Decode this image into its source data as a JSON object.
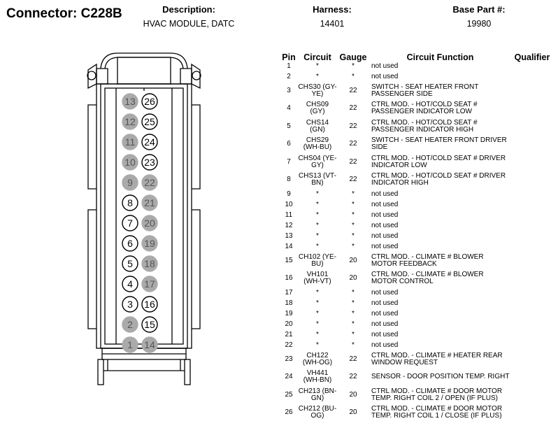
{
  "header": {
    "connector_label": "Connector:",
    "connector_id": "C228B",
    "description_label": "Description:",
    "description_value": "HVAC MODULE, DATC",
    "harness_label": "Harness:",
    "harness_value": "14401",
    "base_part_label": "Base Part #:",
    "base_part_value": "19980"
  },
  "table": {
    "columns": [
      "Pin",
      "Circuit",
      "Gauge",
      "Circuit Function",
      "Qualifier"
    ],
    "rows": [
      {
        "pin": "1",
        "circuit": "*",
        "gauge": "*",
        "function": "not used"
      },
      {
        "pin": "2",
        "circuit": "*",
        "gauge": "*",
        "function": "not used"
      },
      {
        "pin": "3",
        "circuit": "CHS30 (GY-YE)",
        "gauge": "22",
        "function": "SWITCH - SEAT HEATER FRONT PASSENGER SIDE"
      },
      {
        "pin": "4",
        "circuit": "CHS09 (GY)",
        "gauge": "22",
        "function": "CTRL MOD. - HOT/COLD SEAT # PASSENGER INDICATOR LOW"
      },
      {
        "pin": "5",
        "circuit": "CHS14 (GN)",
        "gauge": "22",
        "function": "CTRL MOD. - HOT/COLD SEAT # PASSENGER INDICATOR HIGH"
      },
      {
        "pin": "6",
        "circuit": "CHS29 (WH-BU)",
        "gauge": "22",
        "function": "SWITCH - SEAT HEATER FRONT DRIVER SIDE"
      },
      {
        "pin": "7",
        "circuit": "CHS04 (YE-GY)",
        "gauge": "22",
        "function": "CTRL MOD. - HOT/COLD SEAT # DRIVER INDICATOR LOW"
      },
      {
        "pin": "8",
        "circuit": "CHS13 (VT-BN)",
        "gauge": "22",
        "function": "CTRL MOD. - HOT/COLD SEAT # DRIVER INDICATOR HIGH"
      },
      {
        "pin": "9",
        "circuit": "*",
        "gauge": "*",
        "function": "not used"
      },
      {
        "pin": "10",
        "circuit": "*",
        "gauge": "*",
        "function": "not used"
      },
      {
        "pin": "11",
        "circuit": "*",
        "gauge": "*",
        "function": "not used"
      },
      {
        "pin": "12",
        "circuit": "*",
        "gauge": "*",
        "function": "not used"
      },
      {
        "pin": "13",
        "circuit": "*",
        "gauge": "*",
        "function": "not used"
      },
      {
        "pin": "14",
        "circuit": "*",
        "gauge": "*",
        "function": "not used"
      },
      {
        "pin": "15",
        "circuit": "CH102 (YE-BU)",
        "gauge": "20",
        "function": "CTRL MOD. - CLIMATE # BLOWER MOTOR FEEDBACK"
      },
      {
        "pin": "16",
        "circuit": "VH101 (WH-VT)",
        "gauge": "20",
        "function": "CTRL MOD. - CLIMATE # BLOWER MOTOR CONTROL"
      },
      {
        "pin": "17",
        "circuit": "*",
        "gauge": "*",
        "function": "not used"
      },
      {
        "pin": "18",
        "circuit": "*",
        "gauge": "*",
        "function": "not used"
      },
      {
        "pin": "19",
        "circuit": "*",
        "gauge": "*",
        "function": "not used"
      },
      {
        "pin": "20",
        "circuit": "*",
        "gauge": "*",
        "function": "not used"
      },
      {
        "pin": "21",
        "circuit": "*",
        "gauge": "*",
        "function": "not used"
      },
      {
        "pin": "22",
        "circuit": "*",
        "gauge": "*",
        "function": "not used"
      },
      {
        "pin": "23",
        "circuit": "CH122 (WH-OG)",
        "gauge": "22",
        "function": "CTRL MOD. - CLIMATE # HEATER REAR WINDOW REQUEST"
      },
      {
        "pin": "24",
        "circuit": "VH441 (WH-BN)",
        "gauge": "22",
        "function": "SENSOR - DOOR POSITION TEMP. RIGHT"
      },
      {
        "pin": "25",
        "circuit": "CH213 (BN-GN)",
        "gauge": "20",
        "function": "CTRL MOD. - CLIMATE # DOOR MOTOR TEMP. RIGHT COIL 2 / OPEN (IF PLUS)"
      },
      {
        "pin": "26",
        "circuit": "CH212 (BU-OG)",
        "gauge": "20",
        "function": "CTRL MOD. - CLIMATE # DOOR MOTOR TEMP. RIGHT COIL 1 / CLOSE (IF PLUS)"
      }
    ]
  },
  "connector": {
    "used_pin_style": "white-outlined",
    "unused_pin_color": "#aaaaaa",
    "rows": [
      {
        "left": {
          "num": "13",
          "used": false
        },
        "right": {
          "num": "26",
          "used": true
        }
      },
      {
        "left": {
          "num": "12",
          "used": false
        },
        "right": {
          "num": "25",
          "used": true
        }
      },
      {
        "left": {
          "num": "11",
          "used": false
        },
        "right": {
          "num": "24",
          "used": true
        }
      },
      {
        "left": {
          "num": "10",
          "used": false
        },
        "right": {
          "num": "23",
          "used": true
        }
      },
      {
        "left": {
          "num": "9",
          "used": false
        },
        "right": {
          "num": "22",
          "used": false
        }
      },
      {
        "left": {
          "num": "8",
          "used": true
        },
        "right": {
          "num": "21",
          "used": false
        }
      },
      {
        "left": {
          "num": "7",
          "used": true
        },
        "right": {
          "num": "20",
          "used": false
        }
      },
      {
        "left": {
          "num": "6",
          "used": true
        },
        "right": {
          "num": "19",
          "used": false
        }
      },
      {
        "left": {
          "num": "5",
          "used": true
        },
        "right": {
          "num": "18",
          "used": false
        }
      },
      {
        "left": {
          "num": "4",
          "used": true
        },
        "right": {
          "num": "17",
          "used": false
        }
      },
      {
        "left": {
          "num": "3",
          "used": true
        },
        "right": {
          "num": "16",
          "used": true
        }
      },
      {
        "left": {
          "num": "2",
          "used": false
        },
        "right": {
          "num": "15",
          "used": true
        }
      },
      {
        "left": {
          "num": "1",
          "used": false
        },
        "right": {
          "num": "14",
          "used": false
        }
      }
    ]
  }
}
